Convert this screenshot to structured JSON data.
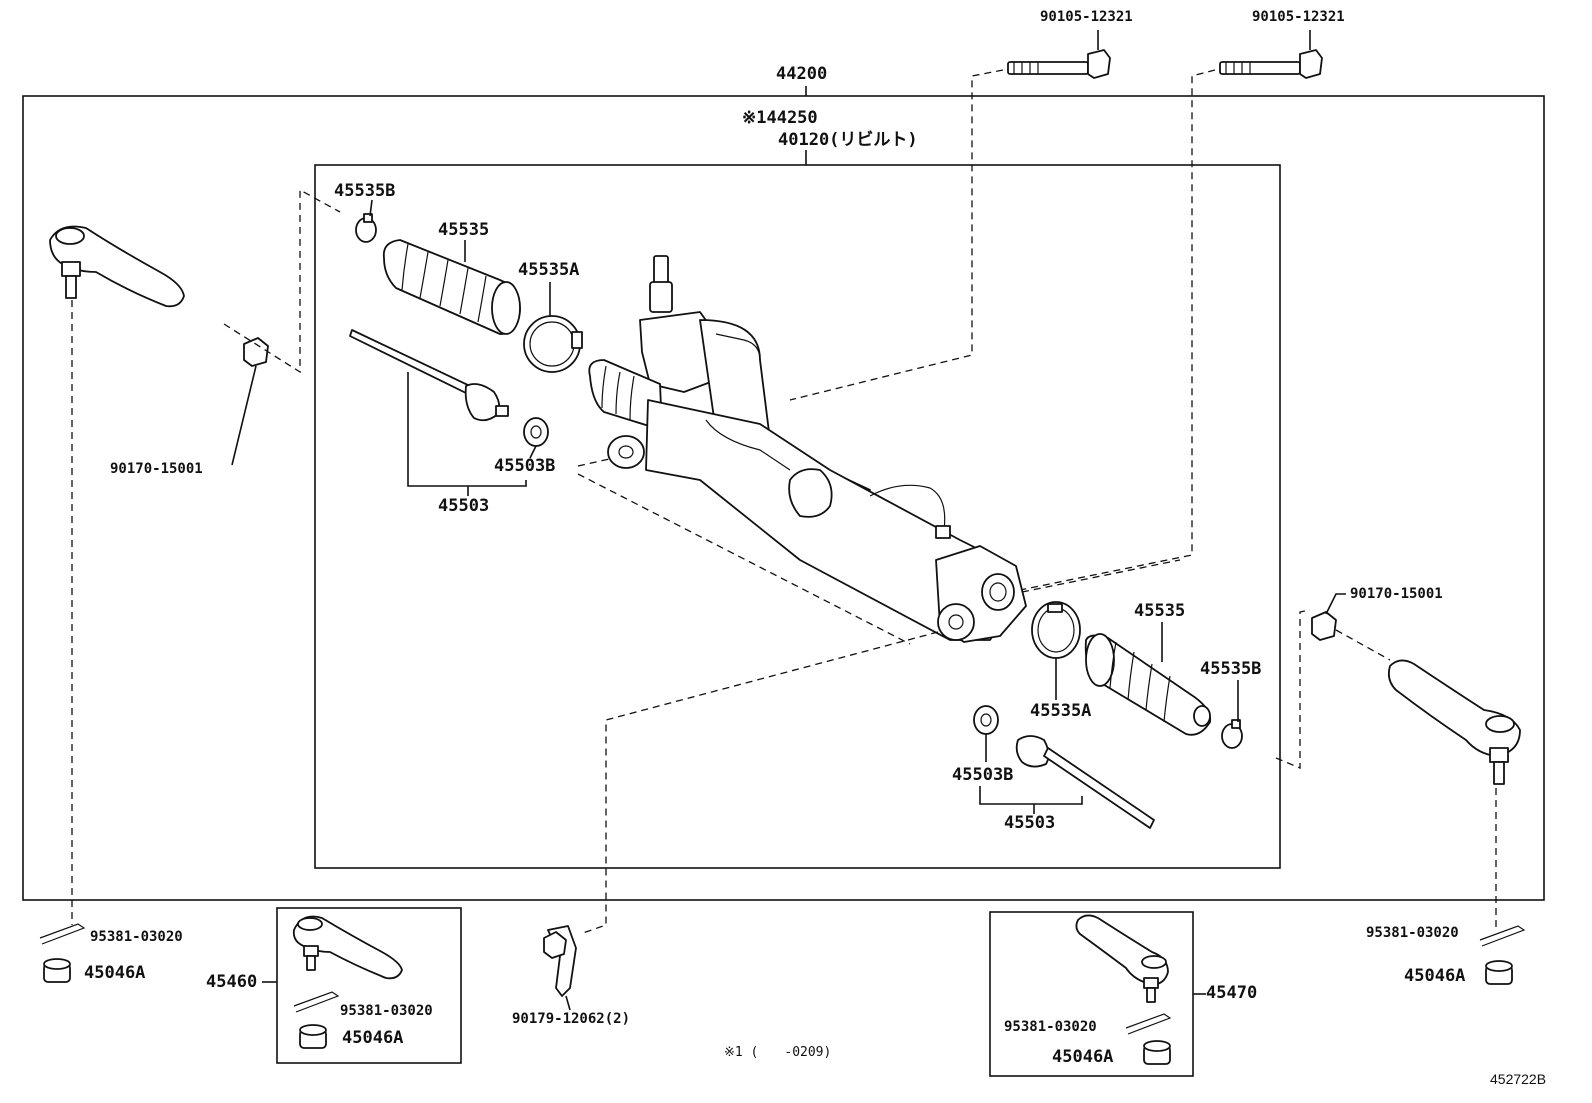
{
  "diagram": {
    "labels": {
      "assy": "44200",
      "assy_sub1": "※144250",
      "assy_sub2": "40120(リビルト)",
      "bolt_left": "90105-12321",
      "bolt_right": "90105-12321",
      "clamp_small_tl": "45535B",
      "boot_tl": "45535",
      "clamp_tl": "45535A",
      "washer_tl": "45503B",
      "rod_tl": "45503",
      "nut_left": "90170-15001",
      "nut_right": "90170-15001",
      "boot_br": "45535",
      "clamp_small_br": "45535B",
      "clamp_br": "45535A",
      "washer_br": "45503B",
      "rod_br": "45503",
      "pin_bl": "95381-03020",
      "cap_bl": "45046A",
      "tieend_left_kit": "45460",
      "pin_kit_left": "95381-03020",
      "cap_kit_left": "45046A",
      "bracket": "90179-12062(2)",
      "note": "※1 (　　-0209)",
      "tieend_right_kit": "45470",
      "pin_kit_right": "95381-03020",
      "cap_kit_right": "45046A",
      "pin_br": "95381-03020",
      "cap_br": "45046A",
      "diagram_id": "452722B"
    }
  }
}
